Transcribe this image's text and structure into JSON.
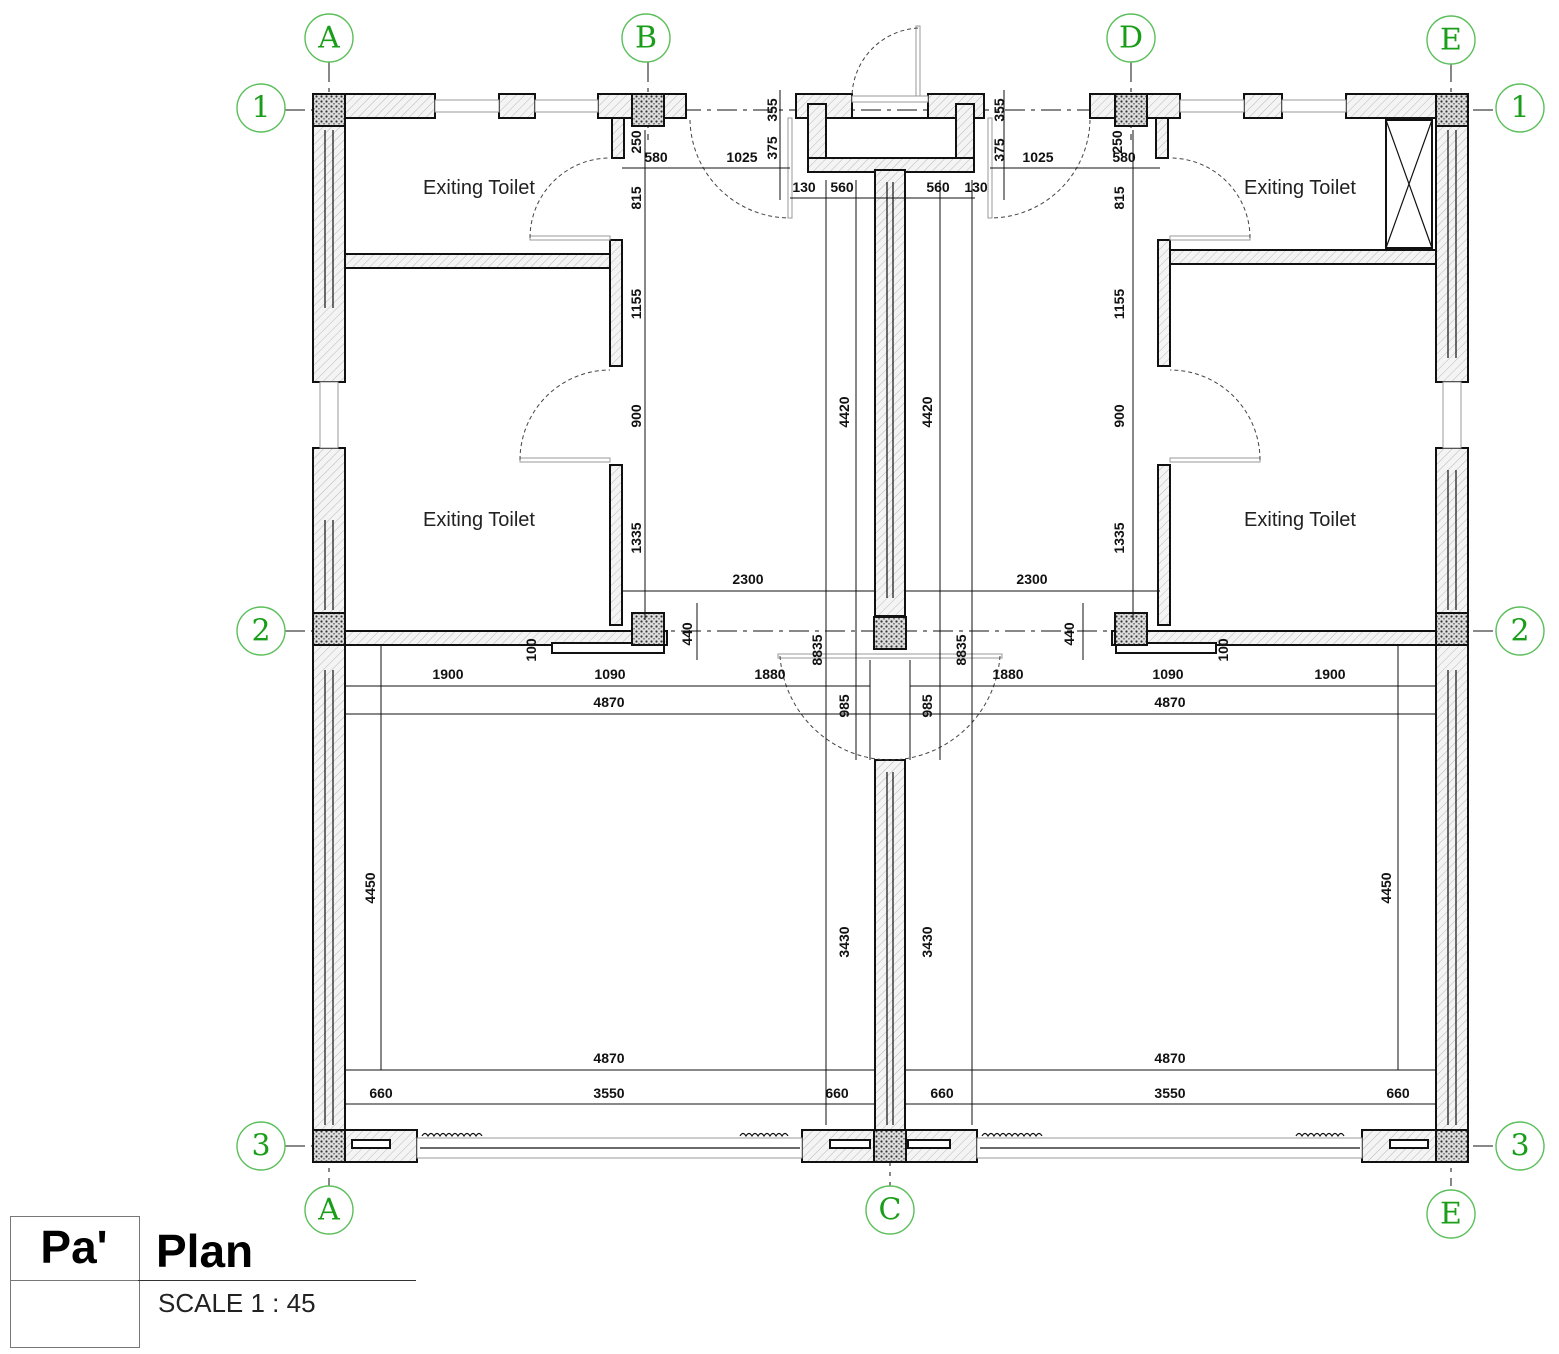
{
  "grid": {
    "columns_top": [
      "A",
      "B",
      "D",
      "E"
    ],
    "columns_bottom": [
      "A",
      "C",
      "E"
    ],
    "rows_left": [
      "1",
      "2",
      "3"
    ],
    "rows_right": [
      "1",
      "2",
      "3"
    ]
  },
  "rooms": [
    "Exiting Toilet",
    "Exiting Toilet",
    "Exiting Toilet",
    "Exiting Toilet"
  ],
  "dimensions": {
    "top_left": [
      "355",
      "375",
      "250",
      "580",
      "1025",
      "130",
      "560"
    ],
    "top_right": [
      "355",
      "375",
      "250",
      "580",
      "1025",
      "130",
      "560"
    ],
    "left_toilet_vertical": [
      "815",
      "1155",
      "900",
      "1335"
    ],
    "right_toilet_vertical": [
      "815",
      "1155",
      "900",
      "1335"
    ],
    "corridor_vertical": [
      "4420",
      "4420",
      "8835",
      "8835",
      "985",
      "985",
      "3430",
      "3430"
    ],
    "mid_row": [
      "2300",
      "2300",
      "440",
      "440",
      "100",
      "100"
    ],
    "row_a_left": [
      "1900",
      "1090",
      "1880"
    ],
    "row_a_right": [
      "1880",
      "1090",
      "1900"
    ],
    "room_widths_top": [
      "4870",
      "4870"
    ],
    "room_heights": [
      "4450",
      "4450"
    ],
    "room_widths_bottom": [
      "4870",
      "4870"
    ],
    "bottom_left": [
      "660",
      "3550",
      "660"
    ],
    "bottom_right": [
      "660",
      "3550",
      "660"
    ]
  },
  "title_block": {
    "code": "Pa'",
    "title": "Plan",
    "scale": "SCALE 1 : 45"
  },
  "colors": {
    "grid_bubble": "#5bbf5b",
    "grid_text": "#1a9e1a"
  }
}
